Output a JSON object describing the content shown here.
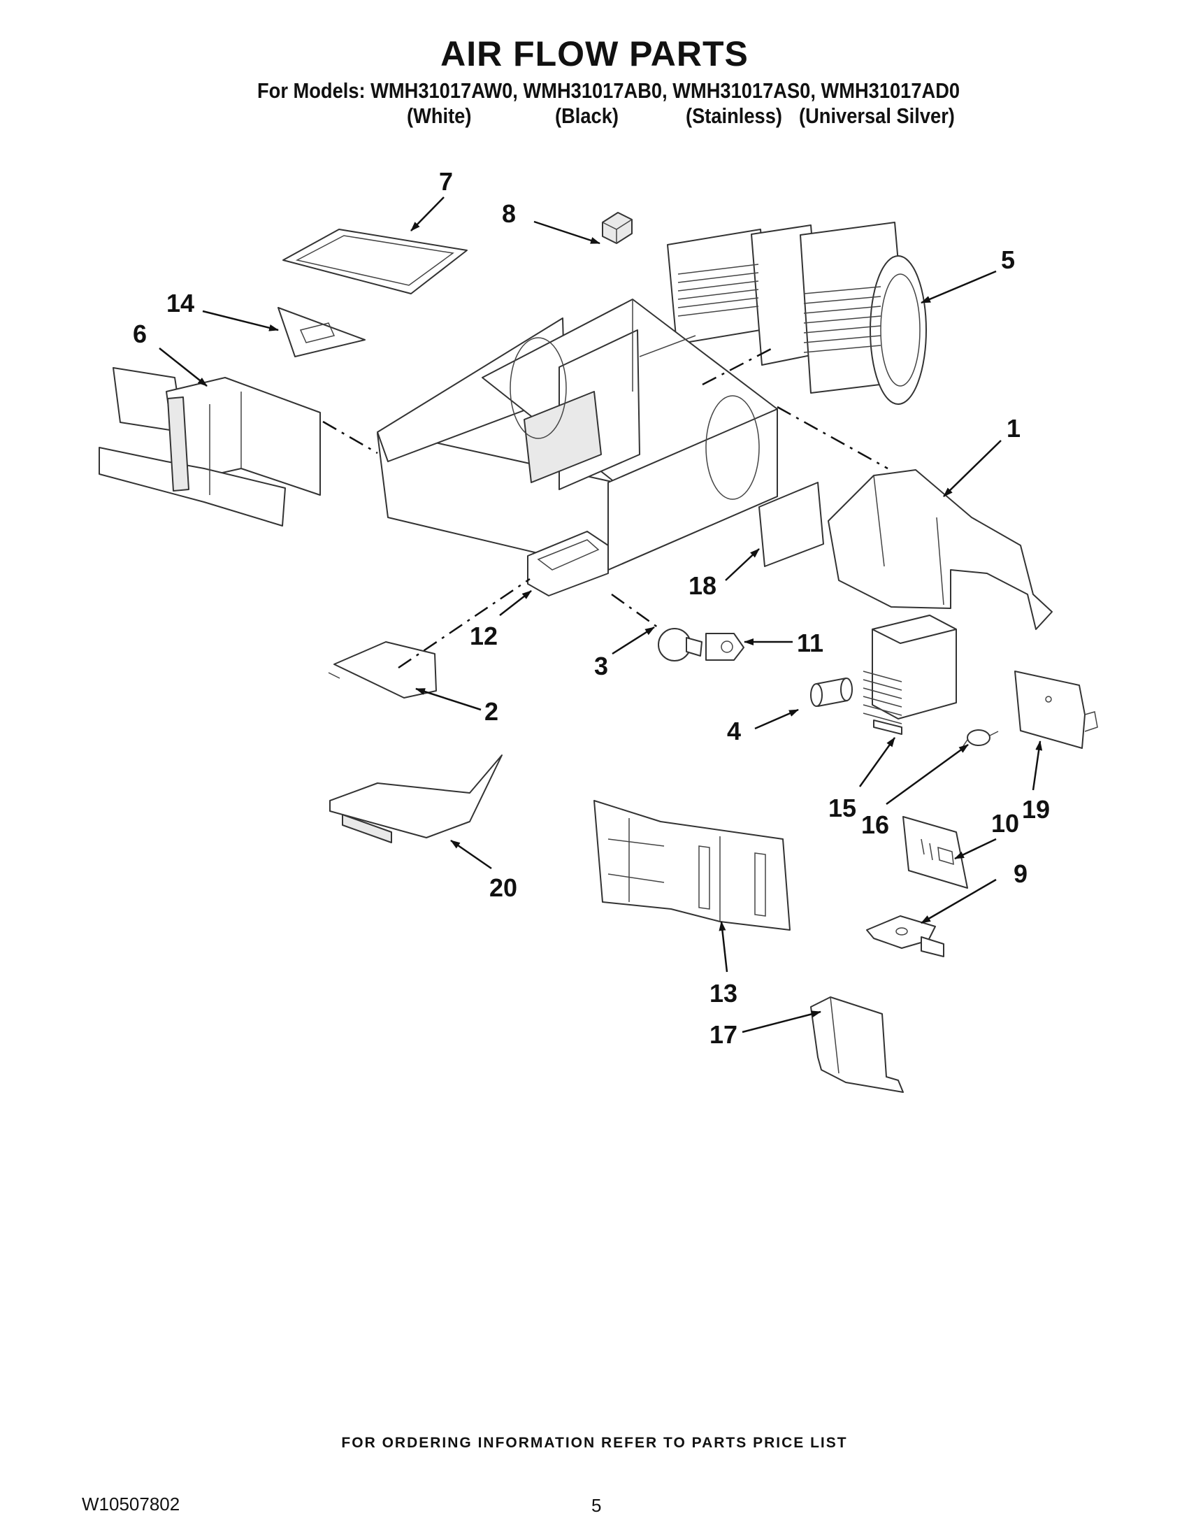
{
  "title": "AIR FLOW PARTS",
  "models_line": "For Models: WMH31017AW0, WMH31017AB0, WMH31017AS0, WMH31017AD0",
  "finishes": [
    "(White)",
    "(Black)",
    "(Stainless)",
    "(Universal Silver)"
  ],
  "callouts": [
    "1",
    "2",
    "3",
    "4",
    "5",
    "6",
    "7",
    "8",
    "9",
    "10",
    "11",
    "12",
    "13",
    "14",
    "15",
    "16",
    "17",
    "18",
    "19",
    "20"
  ],
  "footer_note": "FOR ORDERING INFORMATION REFER TO PARTS PRICE LIST",
  "document_number": "W10507802",
  "page_number": "5"
}
